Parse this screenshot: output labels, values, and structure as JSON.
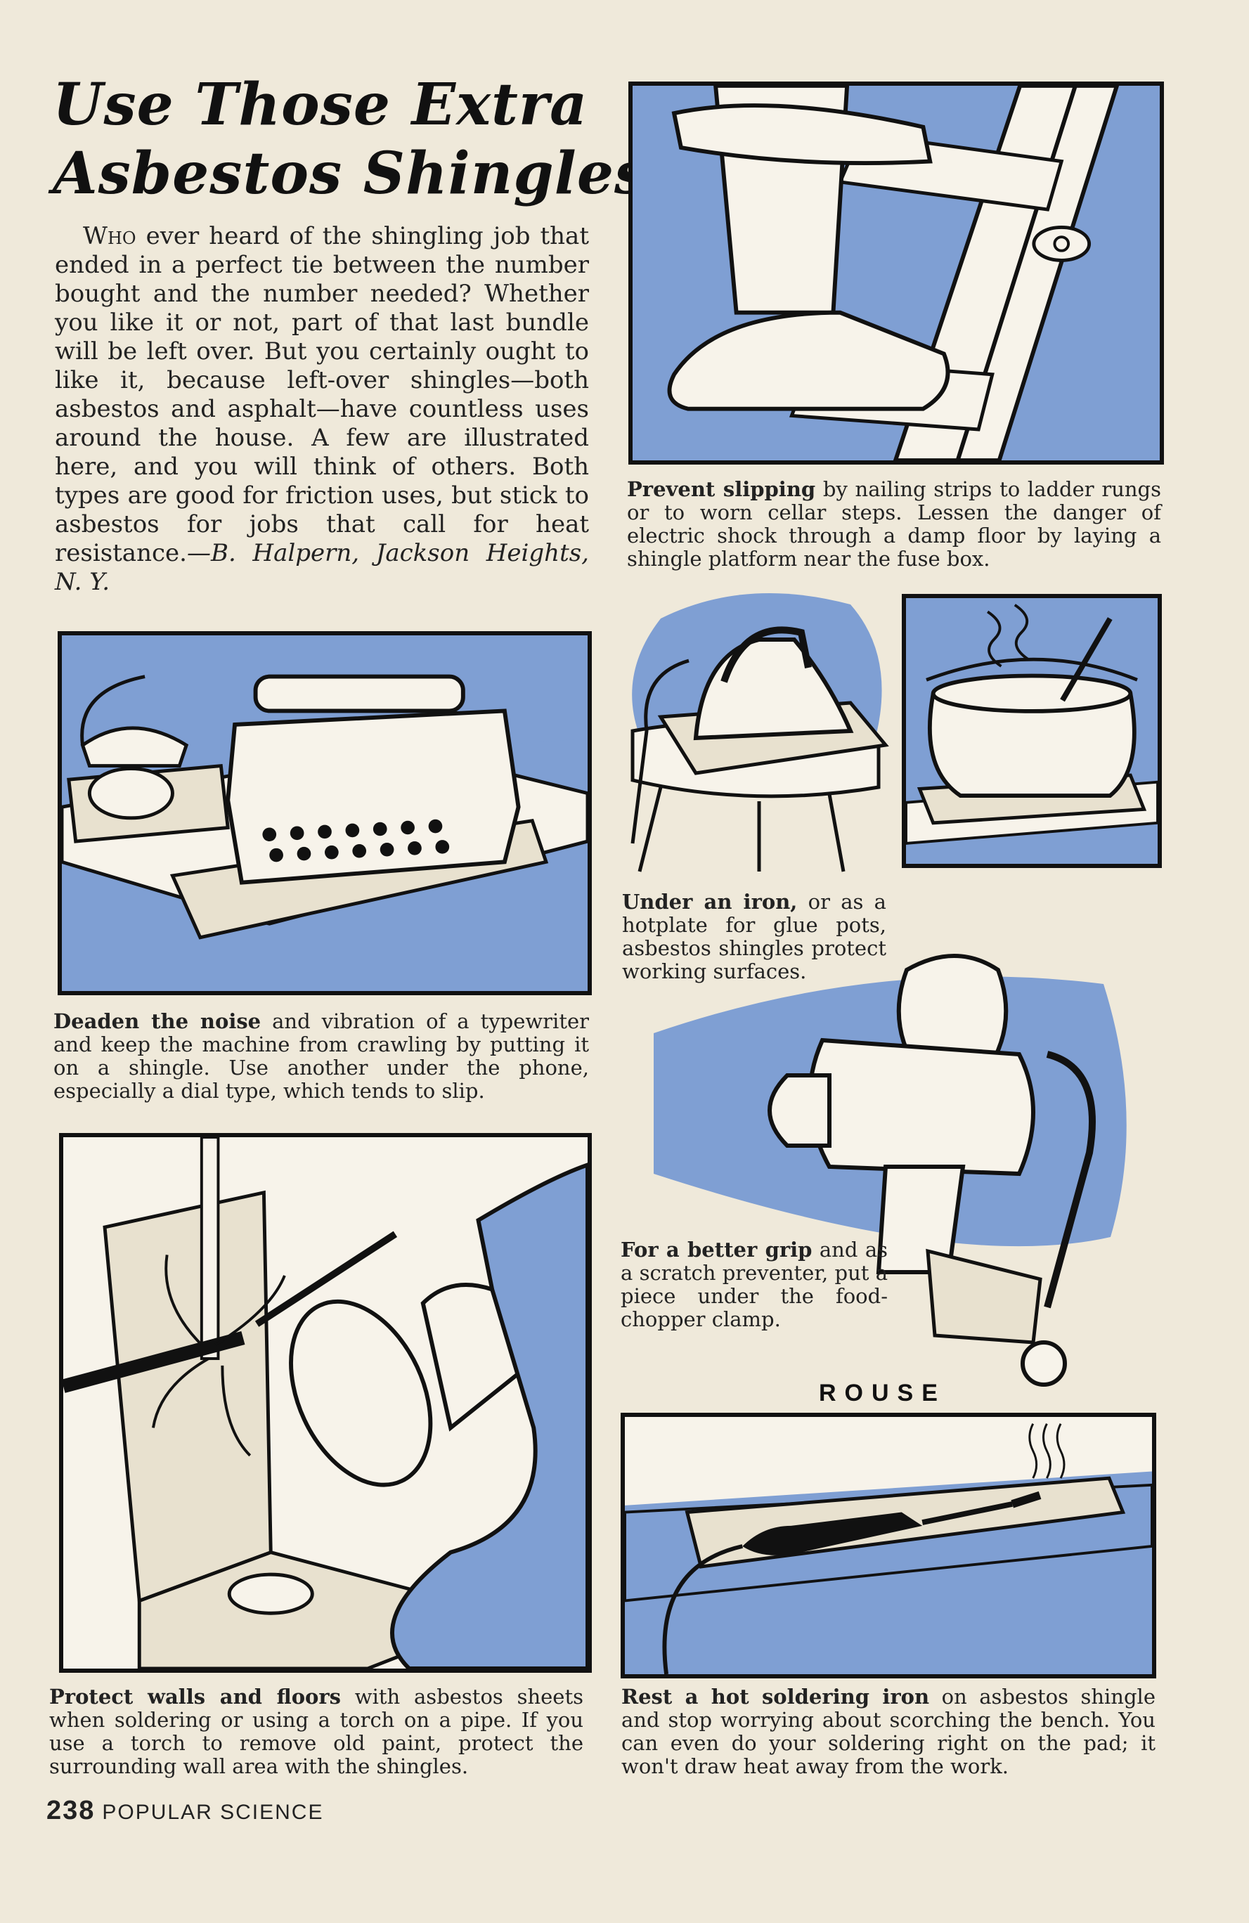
{
  "article": {
    "title_line1": "Use Those Extra",
    "title_line2": "Asbestos Shingles",
    "intro_lead": "Who",
    "intro_text": " ever heard of the shingling job that ended in a perfect tie between the number bought and the number needed? Whether you like it or not, part of that last bundle will be left over. But you certainly ought to like it, because left-over shingles—both asbestos and asphalt—have countless uses around the house. A few are illustrated here, and you will think of others. Both types are good for friction uses, but stick to asbestos for jobs that call for heat resistance.",
    "byline": "—B. Halpern, Jackson Heights, N. Y."
  },
  "captions": {
    "ladder": {
      "bold": "Prevent slipping",
      "text": " by nailing strips to ladder rungs or to worn cellar steps. Lessen the danger of electric shock through a damp floor by laying a shingle platform near the fuse box."
    },
    "typewriter": {
      "bold": "Deaden the noise",
      "text": " and vibration of a typewriter and keep the machine from crawling by putting it on a shingle. Use another under the phone, especially a dial type, which tends to slip."
    },
    "iron": {
      "bold": "Under an iron,",
      "text": " or as a hotplate for glue pots, asbestos shingles protect working surfaces."
    },
    "chopper": {
      "bold": "For a better grip",
      "text": " and as a scratch preventer, put a piece under the food-chopper clamp."
    },
    "torch": {
      "bold": "Protect walls and floors",
      "text": " with asbestos sheets when soldering or using a torch on a pipe. If you use a torch to remove old paint, protect the surrounding wall area with the shingles."
    },
    "soldering": {
      "bold": "Rest a hot soldering iron",
      "text": " on asbestos shingle and stop worrying about scorching the bench. You can even do your soldering right on the pad; it won't draw heat away from the work."
    }
  },
  "signature": "ROUSE",
  "footer": {
    "page_number": "238",
    "magazine": "POPULAR SCIENCE"
  },
  "colors": {
    "accent_blue": "#7f9fd3",
    "paper": "#efe9da",
    "ink": "#111111"
  }
}
